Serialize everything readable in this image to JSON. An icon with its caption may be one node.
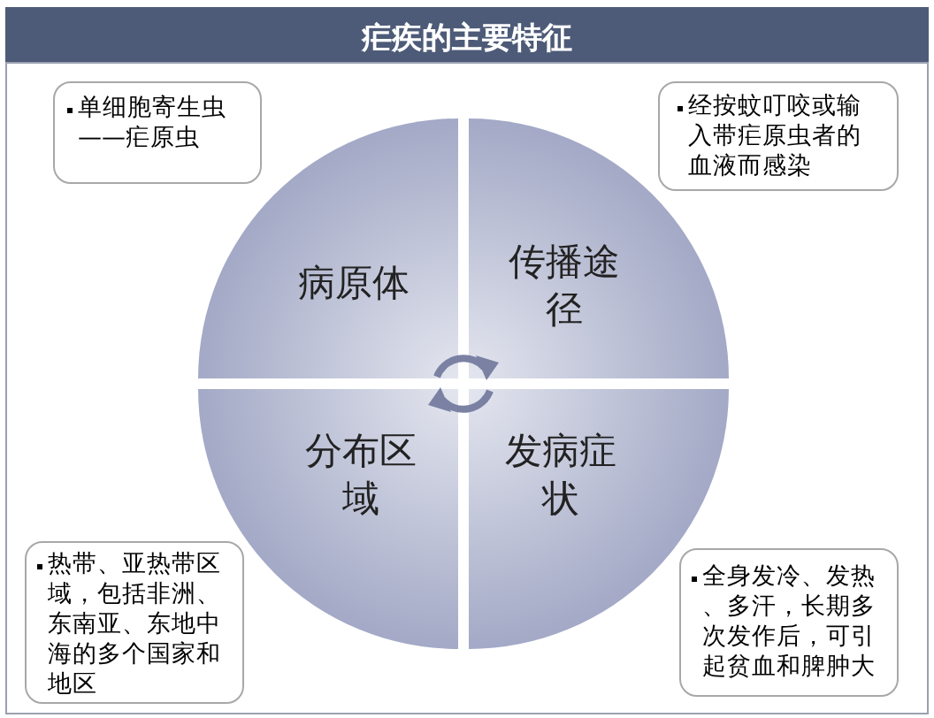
{
  "diagram": {
    "title": "疟疾的主要特征",
    "nodes": [
      {
        "text": [
          "单细胞寄生虫——疟原虫"
        ]
      },
      {
        "text": [
          "经按蚊叮咬或输入带疟原虫者的血液而感染"
        ]
      },
      {
        "text": [
          "热带、亚热带区域，包括非洲、东南亚、东地中海的多个国家和地区"
        ]
      },
      {
        "text": [
          "全身发冷、发热、多汗，长期多次发作后，可引起贫血和脾肿大"
        ]
      },
      {
        "text": [
          "病原体"
        ]
      },
      {
        "text": [
          "传播途径"
        ]
      },
      {
        "text": [
          "分布区域"
        ]
      },
      {
        "text": [
          "发病症状"
        ]
      }
    ],
    "edges": []
  }
}
